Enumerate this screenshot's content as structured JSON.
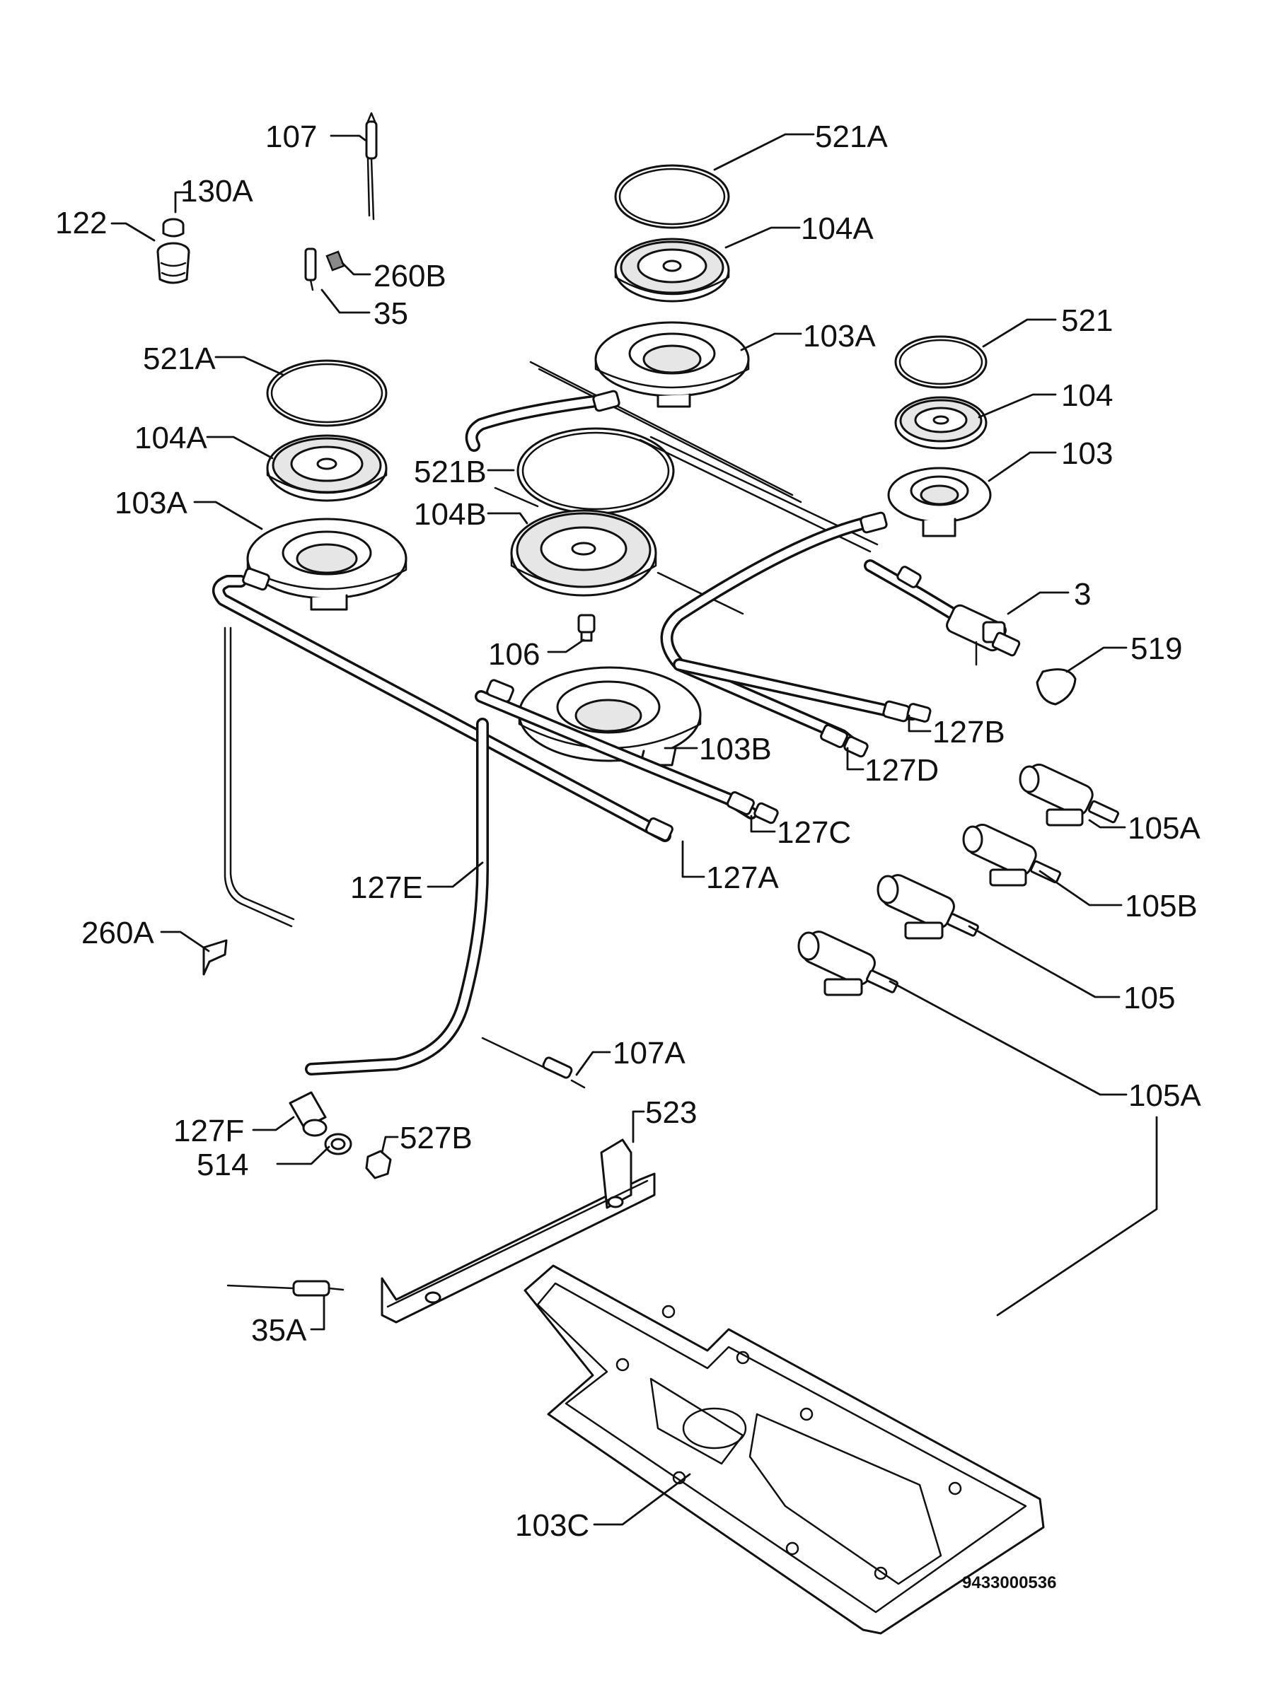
{
  "labels": {
    "l107": "107",
    "l521a_top": "521A",
    "l130a": "130A",
    "l122": "122",
    "l104a_top": "104A",
    "l260b": "260B",
    "l35": "35",
    "l521": "521",
    "l103a_top": "103A",
    "l521a_left": "521A",
    "l104": "104",
    "l104a_left": "104A",
    "l521b": "521B",
    "l103": "103",
    "l103a_left": "103A",
    "l104b": "104B",
    "l3": "3",
    "l106": "106",
    "l519": "519",
    "l127b": "127B",
    "l103b": "103B",
    "l127d": "127D",
    "l105a_top": "105A",
    "l127c": "127C",
    "l127a": "127A",
    "l127e": "127E",
    "l105b": "105B",
    "l260a": "260A",
    "l105": "105",
    "l107a": "107A",
    "l105a_bottom": "105A",
    "l523": "523",
    "l127f": "127F",
    "l527b": "527B",
    "l514": "514",
    "l35a": "35A",
    "l103c": "103C"
  },
  "drawing_code": "9433000536"
}
